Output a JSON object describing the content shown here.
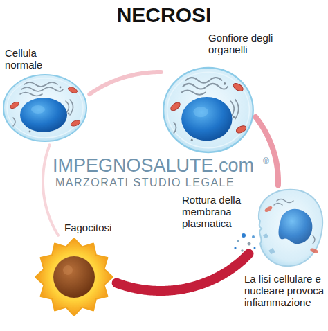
{
  "diagram": {
    "title": "NECROSI",
    "nodes": [
      {
        "text": [
          "Cellula normale"
        ]
      },
      {
        "text": [
          "Gonfiore degli organelli"
        ]
      },
      {
        "text": [
          "Rottura della membrana plasmatica",
          "La lisi cellulare e nucleare provoca infiammazione"
        ]
      },
      {
        "text": [
          "Fagocitosi"
        ]
      }
    ],
    "edges": [
      {
        "from": 0,
        "to": 1,
        "arrow": "none"
      },
      {
        "from": 1,
        "to": 2,
        "arrow": "none"
      },
      {
        "from": 2,
        "to": 3,
        "arrow": "none"
      },
      {
        "from": 3,
        "to": 0,
        "arrow": "none"
      }
    ],
    "labels": [
      "IMPEGNOSALUTE.com",
      "®",
      "MARZORATI STUDIO LEGALE"
    ]
  }
}
